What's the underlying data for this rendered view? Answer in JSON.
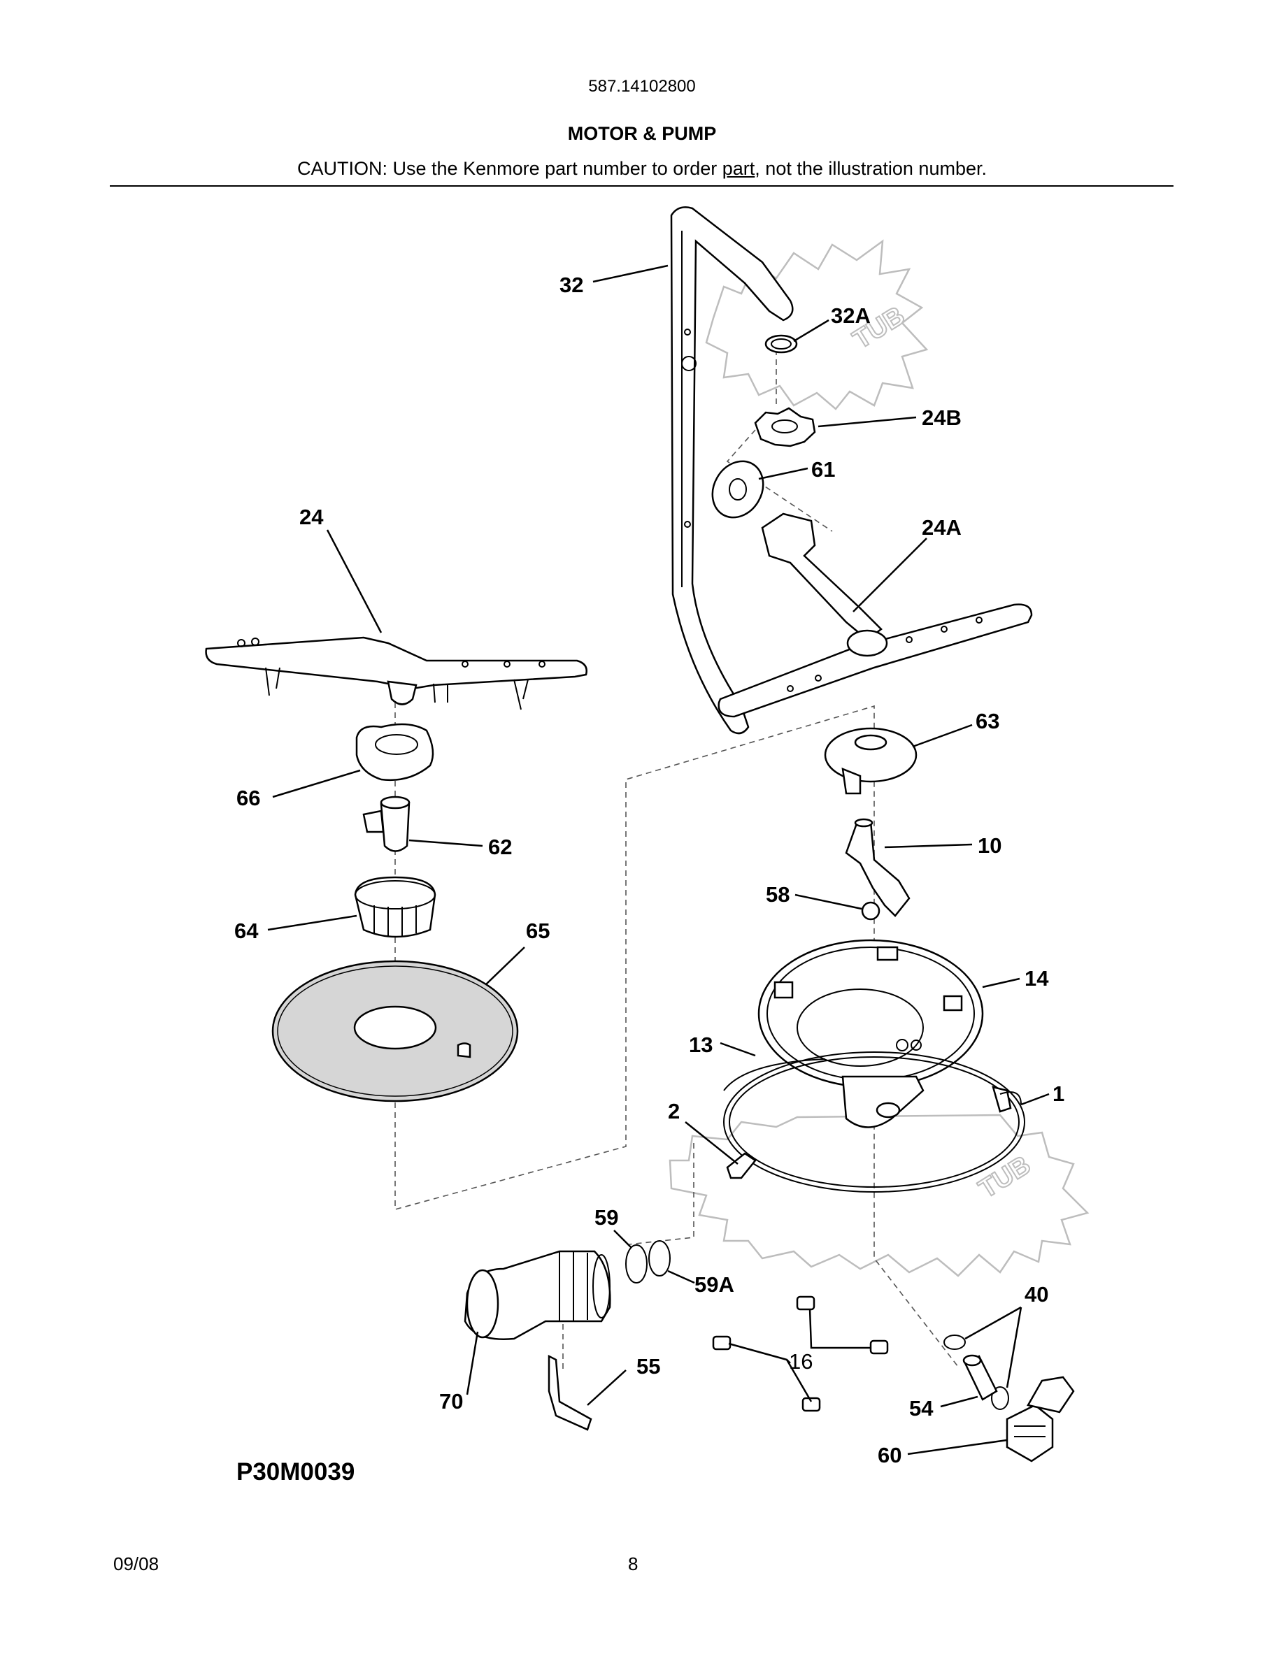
{
  "header": {
    "model_number": "587.14102800",
    "section_title": "MOTOR & PUMP",
    "caution_before": "CAUTION: Use the Kenmore part number to order ",
    "caution_underlined": "part",
    "caution_after": ", not the illustration number."
  },
  "tub_labels": [
    "TUB",
    "TUB"
  ],
  "callouts": [
    "32",
    "32A",
    "24B",
    "61",
    "24",
    "24A",
    "63",
    "66",
    "62",
    "10",
    "58",
    "64",
    "65",
    "14",
    "13",
    "1",
    "2",
    "59",
    "59A",
    "40",
    "16",
    "55",
    "70",
    "54",
    "60"
  ],
  "diagram_id": "P30M0039",
  "footer": {
    "date": "09/08",
    "page_number": "8"
  }
}
